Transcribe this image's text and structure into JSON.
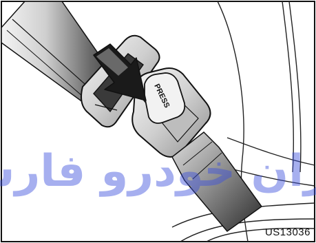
{
  "illustration": {
    "button_text": "PRESS",
    "figure_code": "US13036"
  },
  "watermark": {
    "text": "ايران خودرو فارس",
    "color": "#3c50dc"
  },
  "colors": {
    "line": "#111111",
    "strap_dark": "#4a4a4a",
    "strap_light": "#cfcfcf",
    "arrow": "#111111"
  }
}
